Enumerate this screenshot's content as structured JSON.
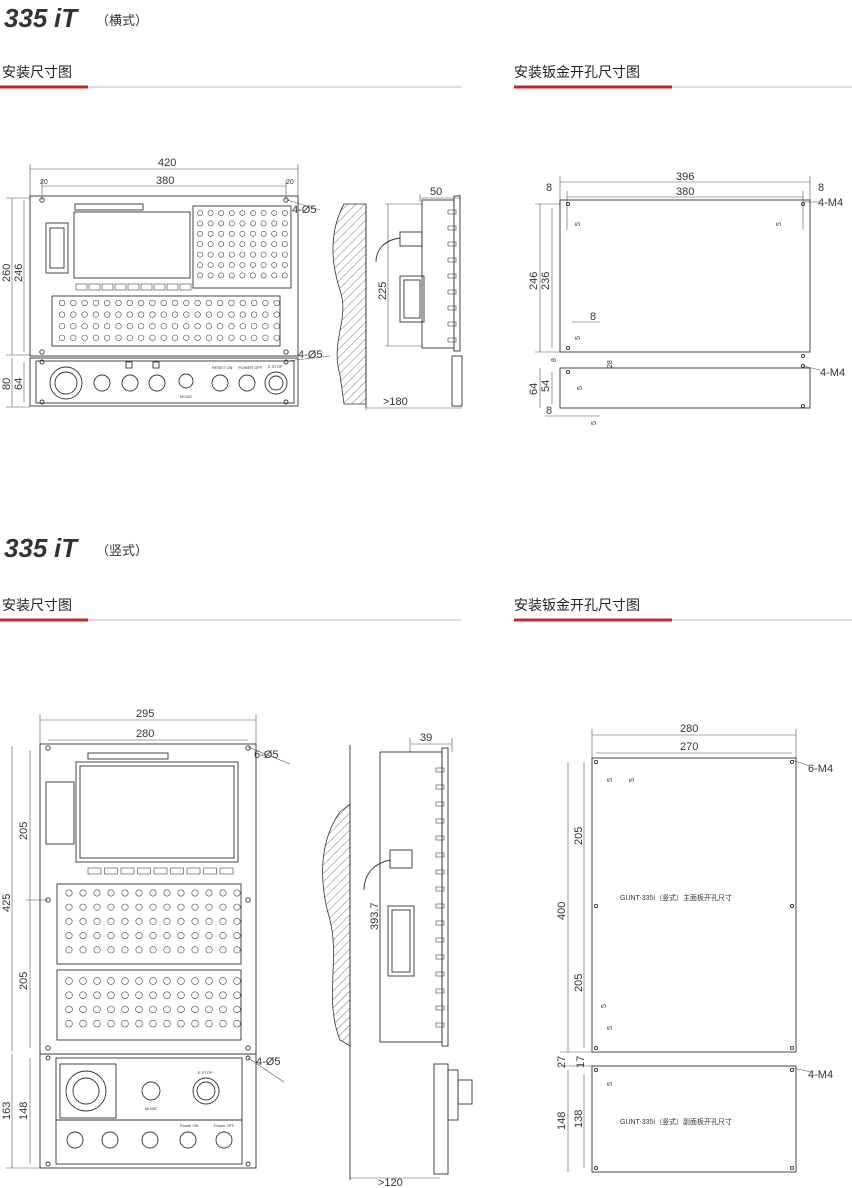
{
  "sections": [
    {
      "model": "335",
      "model_suffix": "iT",
      "variant": "（横式）",
      "install_title": "安装尺寸图",
      "cutout_title": "安装钣金开孔尺寸图",
      "install_dims": {
        "overall_width": "420",
        "hole_pitch_x": "380",
        "side_left": "20",
        "side_right": "20",
        "holes_top": "4-Ø5",
        "holes_bottom": "4-Ø5",
        "overall_height": "260",
        "hole_pitch_y": "246",
        "lower_height": "80",
        "lower_pitch": "64",
        "depth": "50",
        "side_height": "225",
        "clearance": ">180"
      },
      "cutout_dims": {
        "width": "396",
        "pitch": "380",
        "edge_left": "8",
        "edge_right": "8",
        "offset_a": "5",
        "offset_b": "5",
        "thread_top": "4-M4",
        "thread_bottom": "4-M4",
        "height": "246",
        "inner": "236",
        "mid": "8",
        "mid_5": "5",
        "gap_8": "8",
        "gap_28": "28",
        "lower": "64",
        "lower_inner": "54",
        "lower_5": "5",
        "bottom_8": "8",
        "bottom_5": "5"
      },
      "panel_labels": {
        "k1": "RESET ON",
        "k2": "POWER OFF",
        "k3": "E.STOP",
        "k4": "MODE"
      }
    },
    {
      "model": "335",
      "model_suffix": "iT",
      "variant": "（竖式）",
      "install_title": "安装尺寸图",
      "cutout_title": "安装钣金开孔尺寸图",
      "install_dims": {
        "overall_width": "295",
        "hole_pitch_x": "280",
        "holes_top": "6-Ø5",
        "holes_bottom": "4-Ø5",
        "upper_a": "205",
        "upper_b": "205",
        "overall_upper": "425",
        "lower_height": "163",
        "lower_pitch": "148",
        "depth": "39",
        "side_height": "393.7",
        "clearance": ">120"
      },
      "cutout_dims": {
        "width": "280",
        "pitch": "270",
        "a5": "5",
        "b5": "5",
        "thread_top": "6-M4",
        "h205a": "205",
        "h400": "400",
        "h205b": "205",
        "m5a": "5",
        "m5b": "5",
        "h27": "27",
        "h17": "17",
        "l5": "5",
        "h148": "148",
        "h138": "138",
        "thread_bottom": "4-M4",
        "main_label": "GUNT-335i（竖式）主面板开孔尺寸",
        "sub_label": "GUNT-335i（竖式）副面板开孔尺寸"
      },
      "panel_labels": {
        "k1": "E.STOP",
        "k2": "Power ON",
        "k3": "Power OFF",
        "k4": "MODE"
      }
    }
  ]
}
